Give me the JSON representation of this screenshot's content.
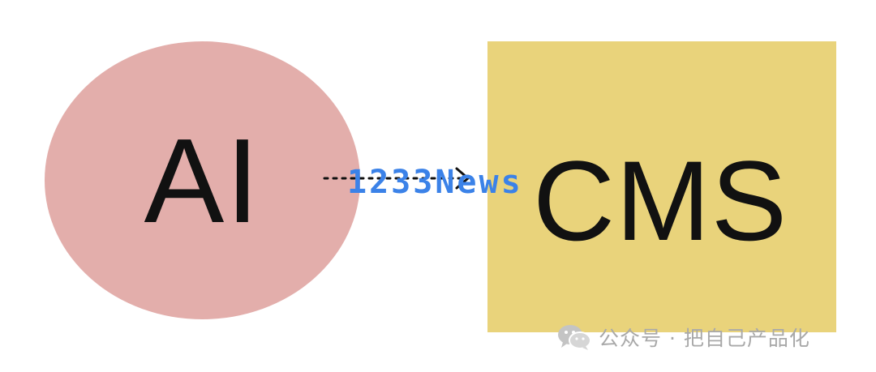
{
  "diagram": {
    "source": {
      "label": "AI",
      "shape": "ellipse",
      "color": "#e3aeab"
    },
    "target": {
      "label": "CMS",
      "shape": "rectangle",
      "color": "#e9d37b"
    },
    "connector": {
      "style": "dotted",
      "direction": "source-to-target",
      "color": "#111111"
    }
  },
  "overlay_text": "1233News",
  "watermark": {
    "icon": "wechat-icon",
    "text": "公众号 · 把自己产品化"
  }
}
